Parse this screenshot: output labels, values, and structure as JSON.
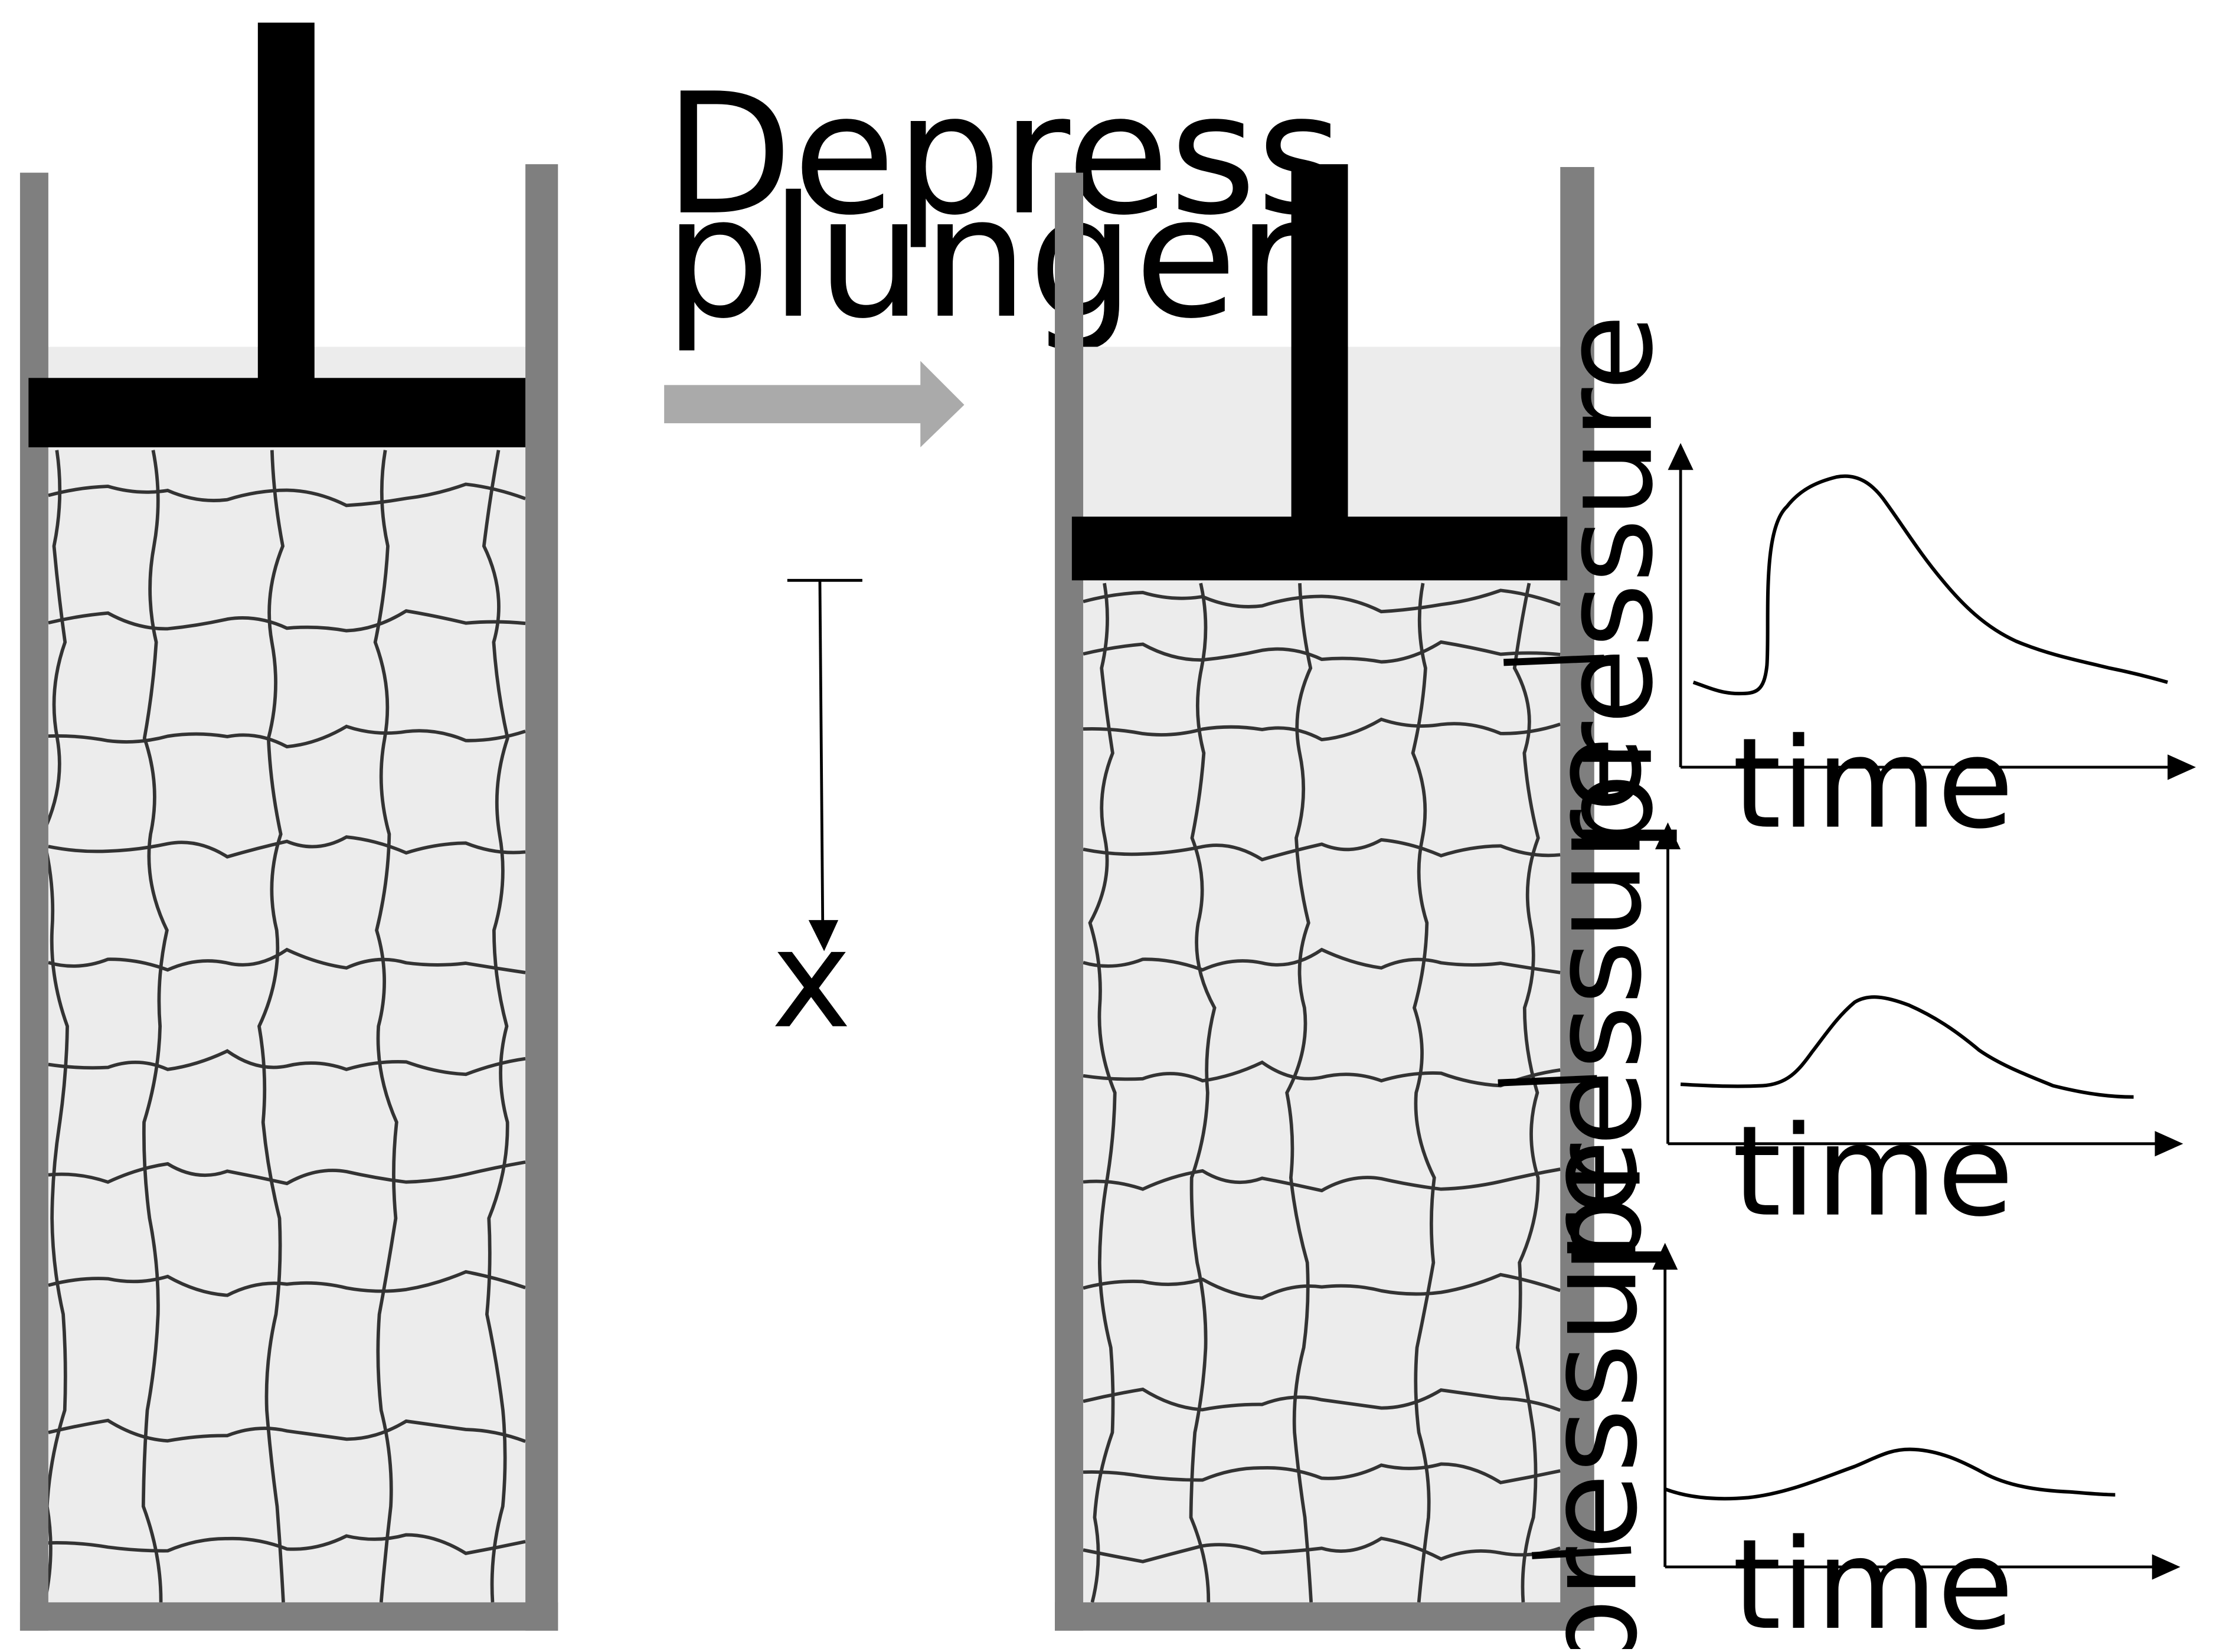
{
  "caption": {
    "line1": "Depress",
    "line2": "plunger"
  },
  "axis": {
    "label": "x"
  },
  "plots": [
    {
      "ylabel": "pressure",
      "xlabel": "time"
    },
    {
      "ylabel": "pressure",
      "xlabel": "time"
    },
    {
      "ylabel": "pressure",
      "xlabel": "time"
    }
  ],
  "colors": {
    "wall": "#7f7f7f",
    "tissue": "#ececec",
    "plunger": "#000000",
    "arrow": "#aaaaaa",
    "mesh": "#333333"
  },
  "icons": {
    "arrow": "right-arrow-icon"
  }
}
